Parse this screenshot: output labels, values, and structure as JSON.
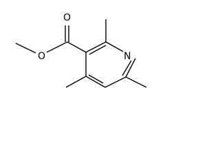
{
  "molecule": {
    "atoms": {
      "oxygen_carbonyl": "O",
      "oxygen_ester": "O",
      "nitrogen_ring": "N"
    }
  }
}
